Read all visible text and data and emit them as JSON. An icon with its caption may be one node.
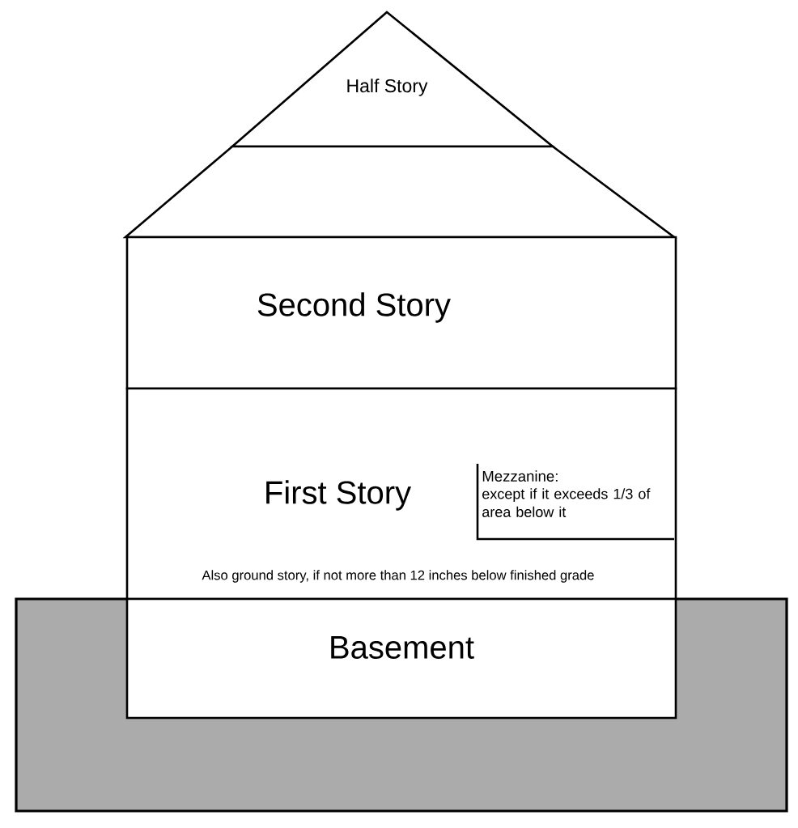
{
  "diagram": {
    "nodes": [
      {
        "text": [
          "Half Story"
        ]
      },
      {
        "text": [],
        "shape": "box"
      },
      {
        "text": [
          "Second Story"
        ]
      },
      {
        "text": [
          "First Story",
          "Also ground story, if not more than 12 inches below finished grade"
        ]
      },
      {
        "text": [
          "Mezzanine:",
          "except if it exceeds 1/3 of area below it"
        ],
        "in": 3
      },
      {
        "text": [
          "Basement"
        ]
      }
    ]
  }
}
